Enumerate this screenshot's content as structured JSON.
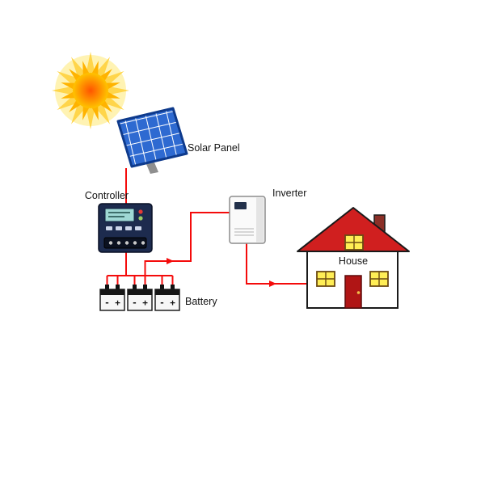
{
  "page": {
    "background": "#ffffff"
  },
  "diagram": {
    "labels": {
      "solar_panel": "Solar Panel",
      "controller": "Controller",
      "inverter": "Inverter",
      "battery": "Battery",
      "house": "House"
    },
    "battery_polarity": "- +",
    "colors": {
      "wire": "#f40b0b",
      "sun_glow": "#fff3b3",
      "sun_ray": "#ffd54a",
      "sun_mid": "#ffb300",
      "panel_cell": "#2e6ad1",
      "panel_frame": "#0e3a8c",
      "controller_body": "#1d2b4e",
      "controller_screen": "#9fd8d4",
      "inverter_body": "#fafafa",
      "battery_body": "#f7f7f7",
      "battery_top": "#161616",
      "roof": "#d01f1f",
      "wall": "#ffffff",
      "door": "#b01515",
      "window": "#ffee55",
      "window_frame": "#6b4a12",
      "chimney": "#8b2f27"
    }
  }
}
